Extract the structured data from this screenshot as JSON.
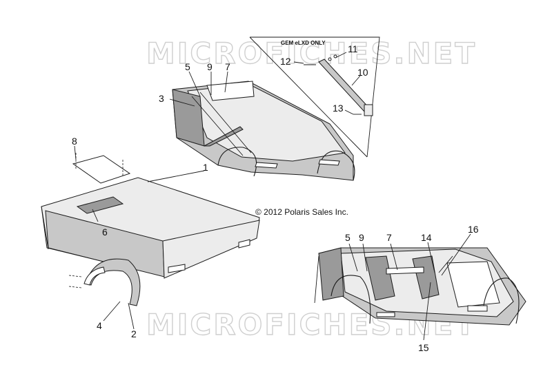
{
  "watermark": "MICROFICHES.NET",
  "copyright": "© 2012 Polaris Sales Inc.",
  "inset_label": "GEM eLXD ONLY",
  "callouts": [
    "1",
    "2",
    "3",
    "4",
    "5",
    "6",
    "7",
    "8",
    "9",
    "10",
    "11",
    "12",
    "13",
    "14",
    "15",
    "16",
    "5",
    "9",
    "7"
  ]
}
